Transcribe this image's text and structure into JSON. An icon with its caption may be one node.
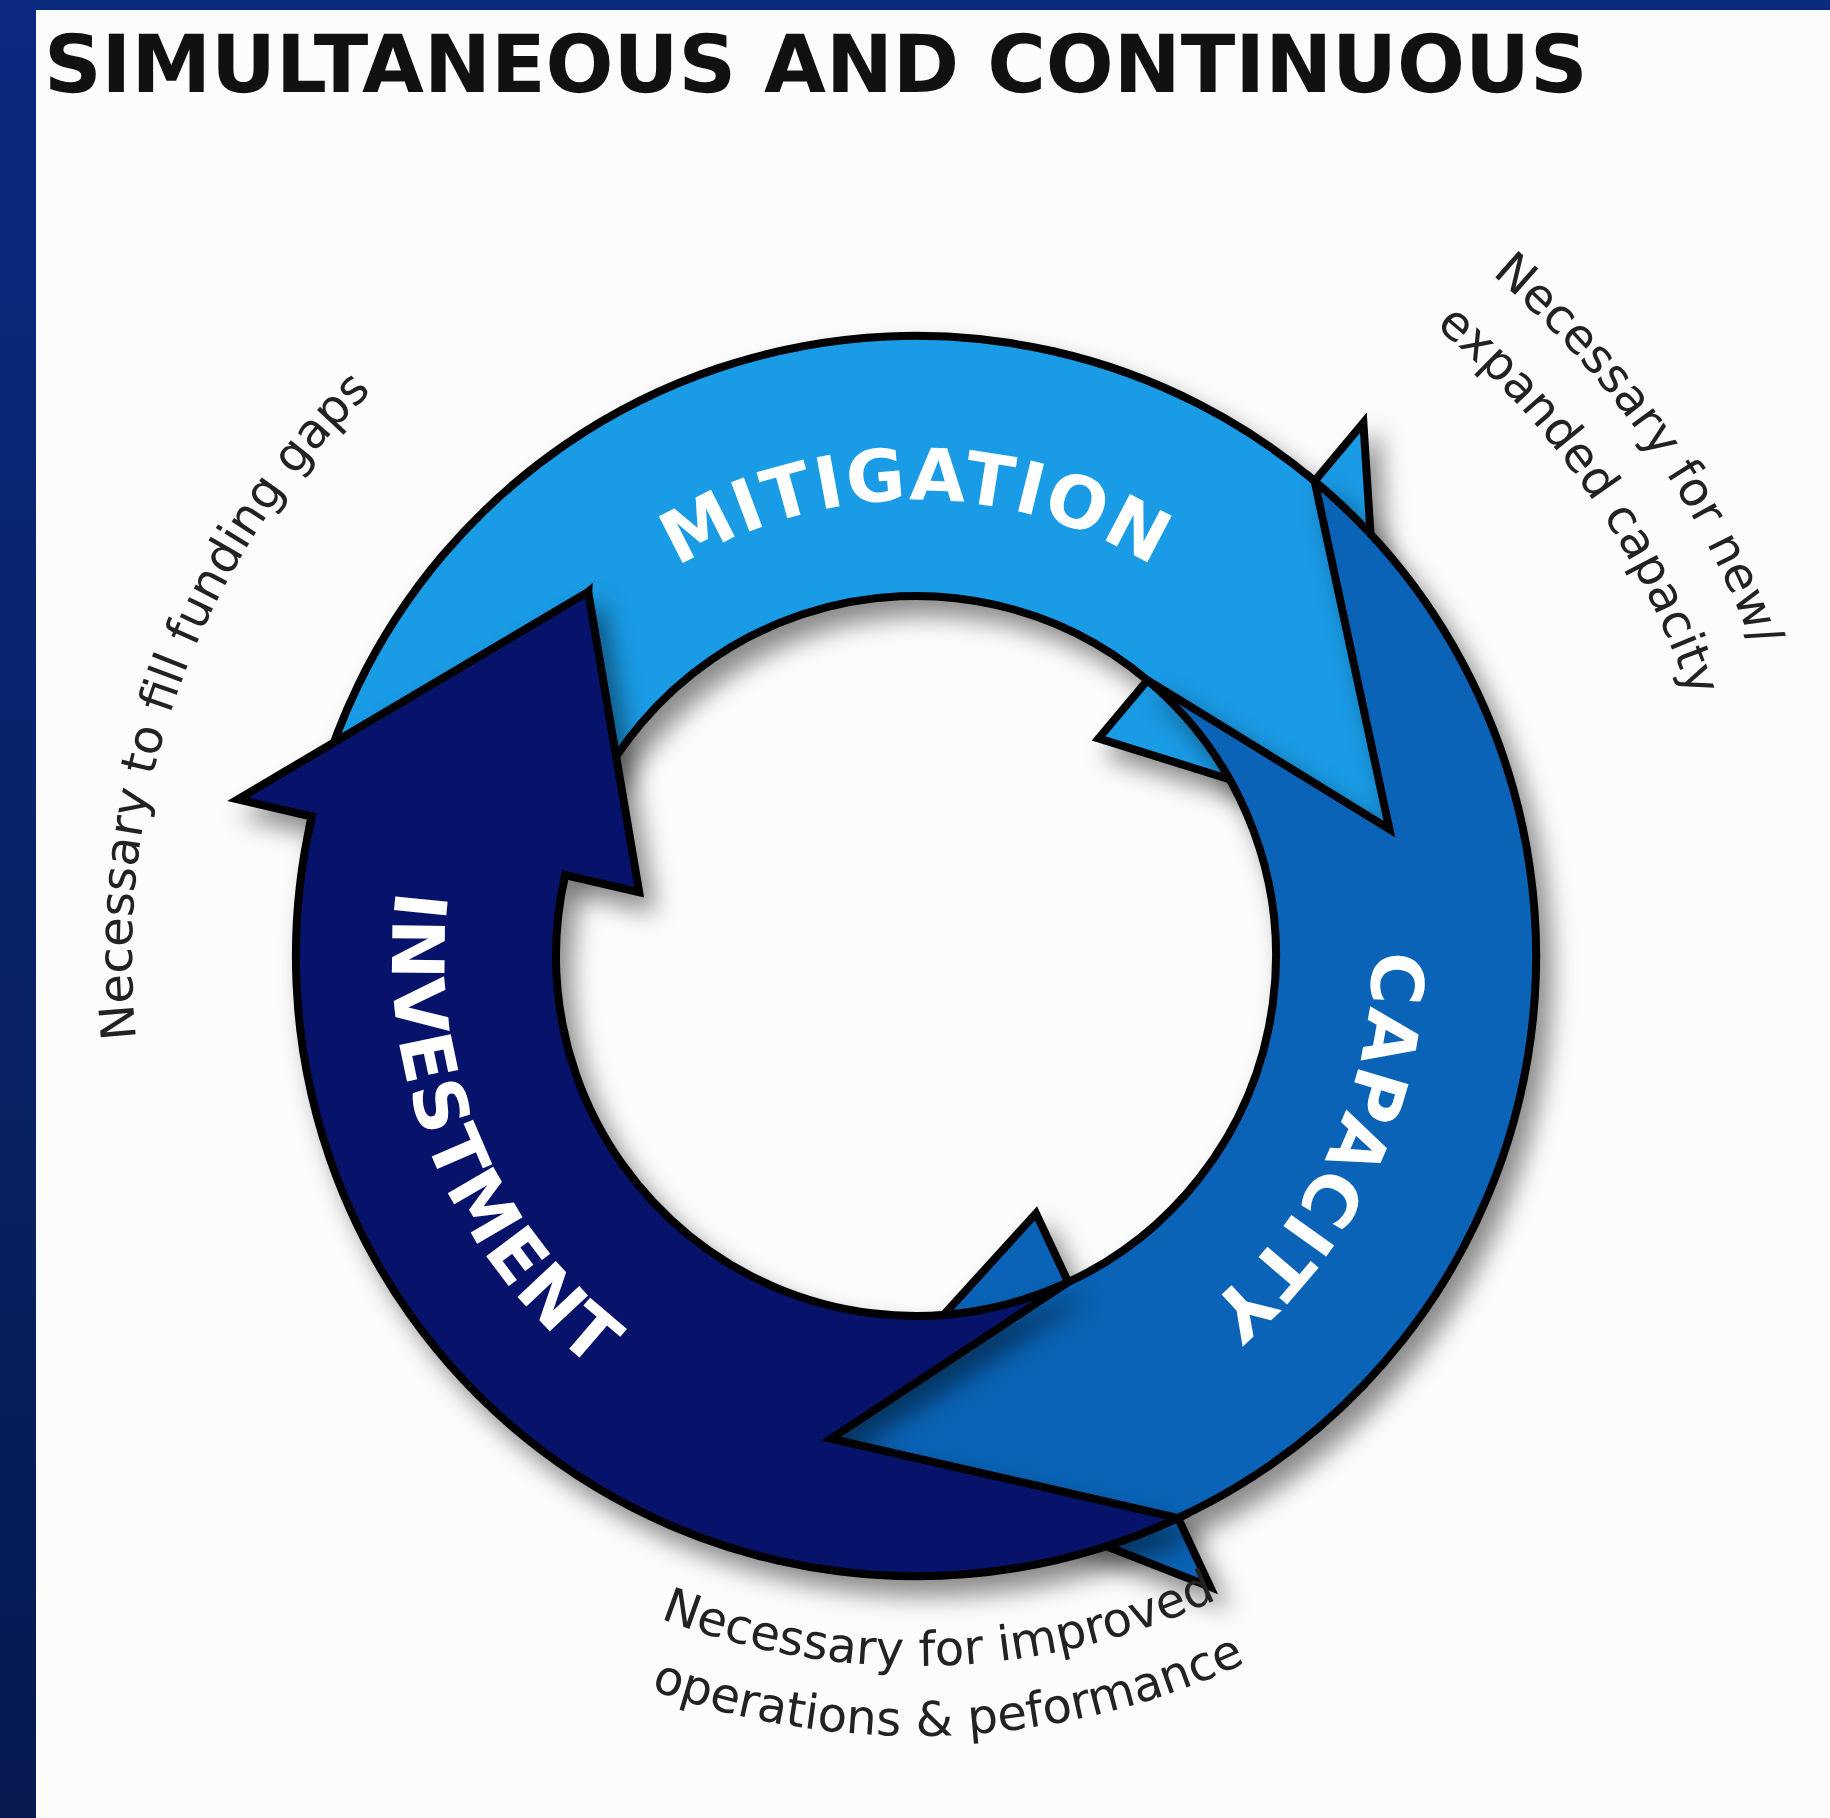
{
  "diagram": {
    "title": "SIMULTANEOUS AND CONTINUOUS",
    "nodes": [
      {
        "text": [
          "MITIGATION"
        ]
      },
      {
        "text": [
          "CAPACITY"
        ]
      },
      {
        "text": [
          "INVESTMENT"
        ]
      }
    ],
    "labels": [
      "Necessary to fill funding gaps",
      "Necessary for new/ expanded capacity",
      "Necessary for improved operations & peformance"
    ]
  }
}
